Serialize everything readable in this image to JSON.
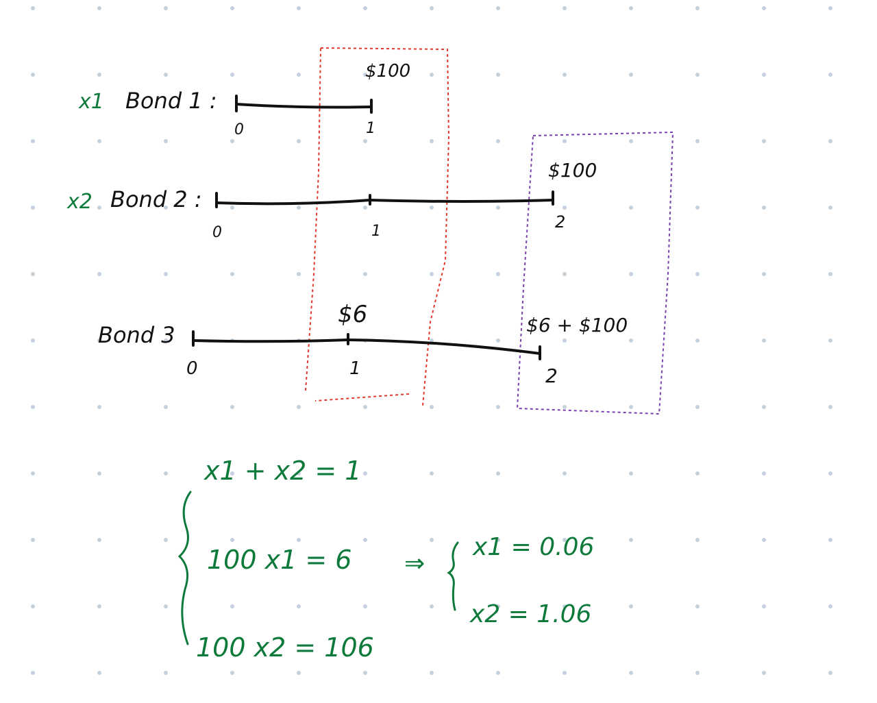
{
  "colors": {
    "ink": "#111111",
    "green": "#0d7a3b",
    "red_box": "#e0392b",
    "purple_box": "#7b3fb0",
    "grid_dot": "#c4d1dd"
  },
  "bond1": {
    "weight": "x1",
    "label": "Bond 1 :",
    "cashflow": "$100",
    "tick0": "0",
    "tick1": "1"
  },
  "bond2": {
    "weight": "x2",
    "label": "Bond 2 :",
    "cashflow": "$100",
    "tick0": "0",
    "tick1": "1",
    "tick2": "2"
  },
  "bond3": {
    "label": "Bond 3",
    "cashflow1": "$6",
    "cashflow2": "$6 + $100",
    "tick0": "0",
    "tick1": "1",
    "tick2": "2"
  },
  "equations": {
    "eq1": "x1 + x2 = 1",
    "eq2": "100 x1 = 6",
    "eq3": "100 x2 = 106",
    "implies": "⇒",
    "sol1": "x1 = 0.06",
    "sol2": "x2 = 1.06"
  }
}
